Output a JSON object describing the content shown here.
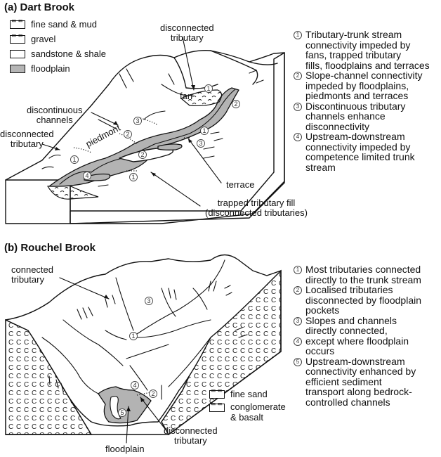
{
  "panel_a": {
    "title": "(a) Dart Brook",
    "legend": [
      {
        "label": "fine sand & mud",
        "pattern": "fine-sand-mud-pattern"
      },
      {
        "label": "gravel",
        "pattern": "gravel-pattern"
      },
      {
        "label": "sandstone & shale",
        "pattern": "blank"
      },
      {
        "label": "floodplain",
        "pattern": "gray-fill",
        "color": "#b3b3b3"
      }
    ],
    "labels": {
      "disconnected_tributary_top": "disconnected\ntributary",
      "fan": "fan",
      "discontinuous_channels": "discontinuous\nchannels",
      "disconnected_tributary_left": "disconnected\ntributary",
      "piedmont": "piedmont",
      "terrace": "terrace",
      "trapped_fill": "trapped tributary fill\n(disconnected tributaries)"
    },
    "markers": [
      "1",
      "2",
      "3",
      "4"
    ],
    "notes": [
      {
        "num": "1",
        "text": "Tributary-trunk stream\nconnectivity impeded by\nfans, trapped tributary\nfills, floodplains and terraces"
      },
      {
        "num": "2",
        "text": "Slope-channel connectivity\nimpeded by floodplains,\npiedmonts and terraces"
      },
      {
        "num": "3",
        "text": "Discontinuous tributary\nchannels enhance\ndisconnectivity"
      },
      {
        "num": "4",
        "text": "Upstream-downstream\nconnectivity impeded by\ncompetence limited trunk\nstream"
      }
    ]
  },
  "panel_b": {
    "title": "(b) Rouchel Brook",
    "legend": [
      {
        "label": "fine sand",
        "pattern": "fine-sand-pattern"
      },
      {
        "label": "conglomerate\n& basalt",
        "pattern": "conglomerate-pattern"
      }
    ],
    "labels": {
      "connected_tributary": "connected\ntributary",
      "floodplain": "floodplain",
      "disconnected_tributary": "disconnected\ntributary"
    },
    "markers": [
      "1",
      "2",
      "3",
      "4",
      "5"
    ],
    "notes": [
      {
        "num": "1",
        "text": "Most tributaries connected\ndirectly to the trunk stream"
      },
      {
        "num": "2",
        "text": "Localised tributaries\ndisconnected by floodplain\npockets"
      },
      {
        "num": "3",
        "text": "Slopes and channels\ndirectly connected,"
      },
      {
        "num": "4",
        "text": "except where floodplain\noccurs"
      },
      {
        "num": "5",
        "text": "Upstream-downstream\nconnectivity enhanced by\nefficient sediment\ntransport along bedrock-\ncontrolled channels"
      }
    ]
  },
  "colors": {
    "floodplain": "#b3b3b3",
    "ink": "#111111"
  }
}
